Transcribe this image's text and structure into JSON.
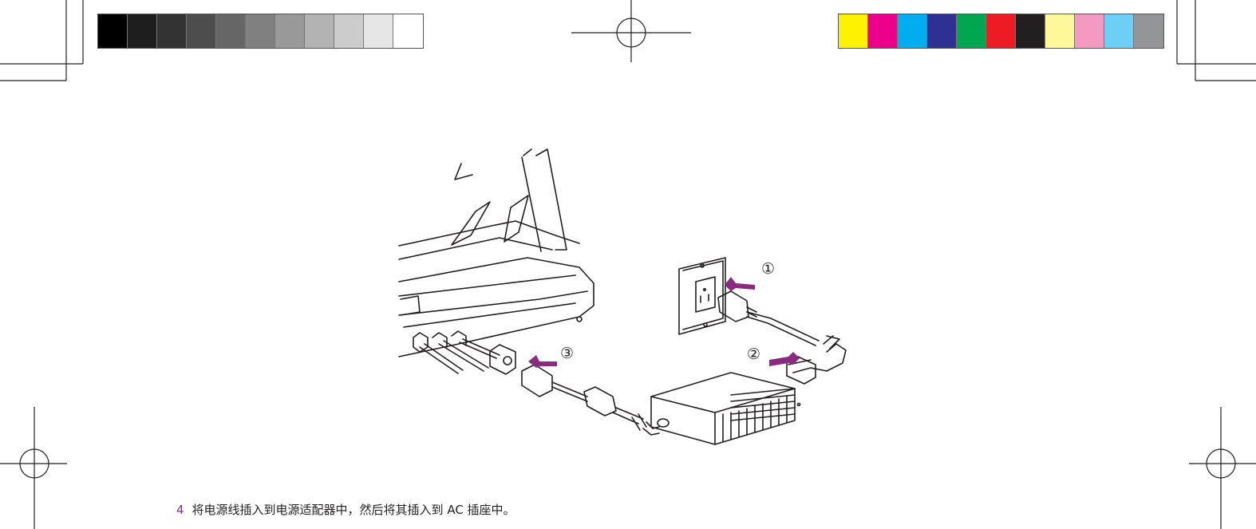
{
  "print_marks": {
    "gray_swatches": [
      "#000000",
      "#1e1e1e",
      "#333333",
      "#4d4d4d",
      "#666666",
      "#808080",
      "#999999",
      "#b3b3b3",
      "#cccccc",
      "#e6e6e6",
      "#ffffff"
    ],
    "color_swatches": [
      "#fff200",
      "#ec008c",
      "#00aeef",
      "#2e3192",
      "#00a651",
      "#ed1c24",
      "#231f20",
      "#fff799",
      "#f49ac1",
      "#6dcff6",
      "#939598"
    ]
  },
  "illustration": {
    "arrow_color": "#8a2b7f",
    "callouts": {
      "one": "①",
      "two": "②",
      "three": "③"
    }
  },
  "instruction": {
    "step_number": "4",
    "text": "将电源线插入到电源适配器中，然后将其插入到 AC 插座中。"
  }
}
